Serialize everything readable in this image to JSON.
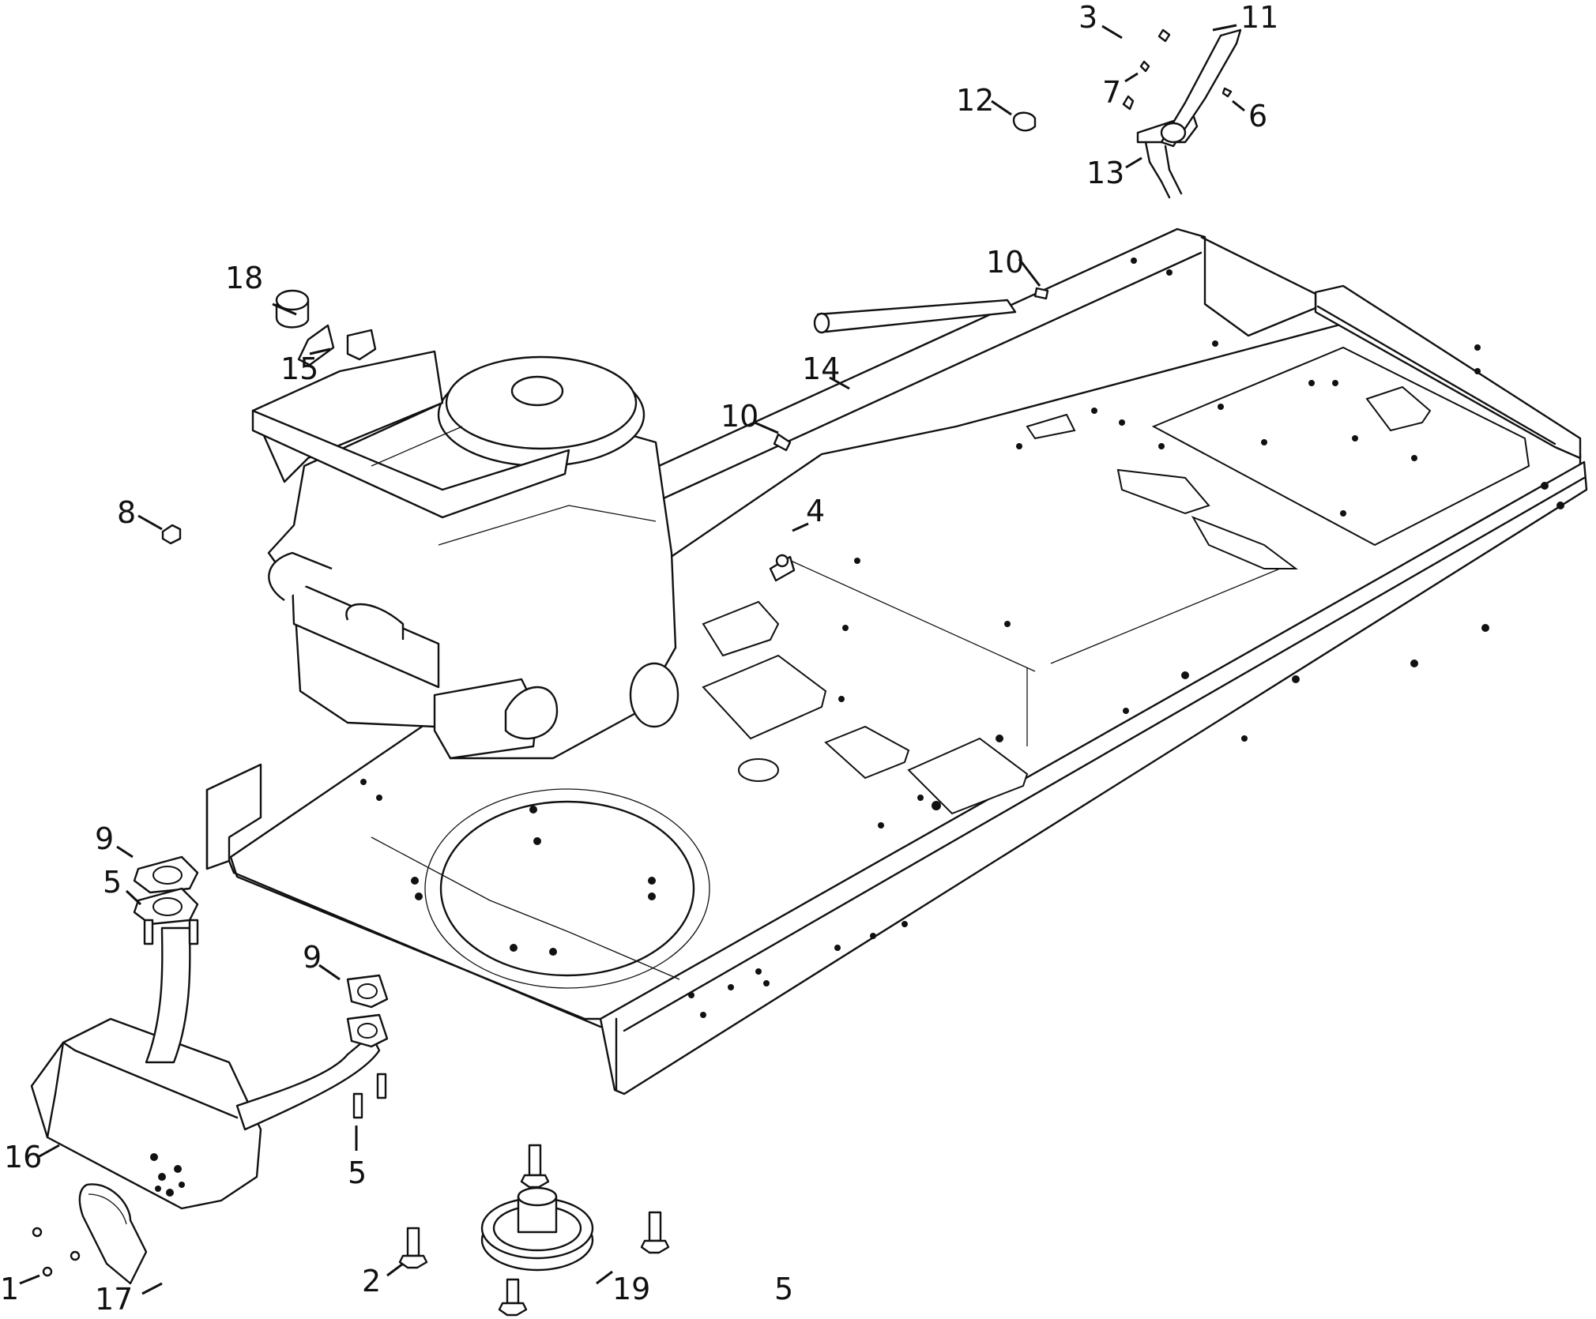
{
  "callouts": [
    {
      "id": "c1",
      "text": "1"
    },
    {
      "id": "c2",
      "text": "2"
    },
    {
      "id": "c3",
      "text": "3"
    },
    {
      "id": "c4",
      "text": "4"
    },
    {
      "id": "c5a",
      "text": "5"
    },
    {
      "id": "c5b",
      "text": "5"
    },
    {
      "id": "c6",
      "text": "6"
    },
    {
      "id": "c7",
      "text": "7"
    },
    {
      "id": "c8",
      "text": "8"
    },
    {
      "id": "c9a",
      "text": "9"
    },
    {
      "id": "c9b",
      "text": "9"
    },
    {
      "id": "c10a",
      "text": "10"
    },
    {
      "id": "c10b",
      "text": "10"
    },
    {
      "id": "c11",
      "text": "11"
    },
    {
      "id": "c12",
      "text": "12"
    },
    {
      "id": "c13",
      "text": "13"
    },
    {
      "id": "c14",
      "text": "14"
    },
    {
      "id": "c15",
      "text": "15"
    },
    {
      "id": "c16",
      "text": "16"
    },
    {
      "id": "c17",
      "text": "17"
    },
    {
      "id": "c18",
      "text": "18"
    },
    {
      "id": "c19",
      "text": "19"
    }
  ],
  "page_number": "5"
}
